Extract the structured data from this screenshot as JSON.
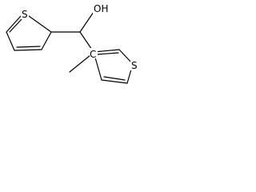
{
  "molecule": {
    "labels": {
      "sulfur_left": "S",
      "hydroxyl": "OH",
      "carbon_center": "C",
      "sulfur_right": "S"
    }
  }
}
